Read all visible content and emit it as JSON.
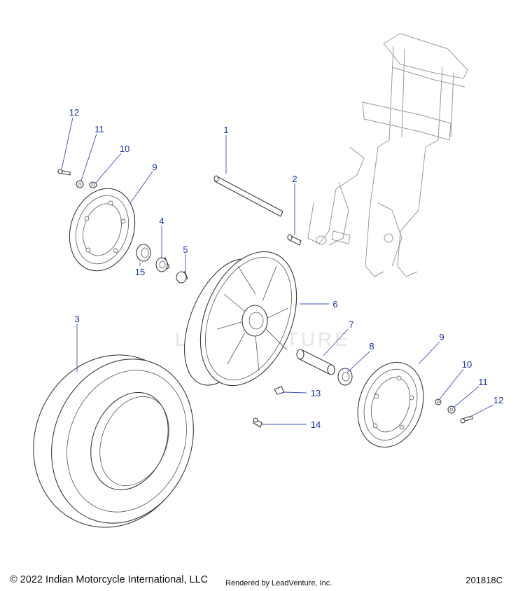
{
  "diagram": {
    "callouts": [
      {
        "id": "c1",
        "label": "1"
      },
      {
        "id": "c2",
        "label": "2"
      },
      {
        "id": "c3",
        "label": "3"
      },
      {
        "id": "c4",
        "label": "4"
      },
      {
        "id": "c5",
        "label": "5"
      },
      {
        "id": "c6",
        "label": "6"
      },
      {
        "id": "c7",
        "label": "7"
      },
      {
        "id": "c8",
        "label": "8"
      },
      {
        "id": "c9a",
        "label": "9"
      },
      {
        "id": "c9b",
        "label": "9"
      },
      {
        "id": "c10a",
        "label": "10"
      },
      {
        "id": "c10b",
        "label": "10"
      },
      {
        "id": "c11a",
        "label": "11"
      },
      {
        "id": "c11b",
        "label": "11"
      },
      {
        "id": "c12a",
        "label": "12"
      },
      {
        "id": "c12b",
        "label": "12"
      },
      {
        "id": "c13",
        "label": "13"
      },
      {
        "id": "c14",
        "label": "14"
      },
      {
        "id": "c15",
        "label": "15"
      }
    ],
    "watermark": "LEADVENTURE",
    "line_color": "#3a3a3a",
    "callout_color": "#1a2fb0"
  },
  "footer": {
    "copyright": "© 2022 Indian Motorcycle International, LLC",
    "rendered_by": "Rendered by LeadVenture, Inc.",
    "diagram_code": "201818C"
  }
}
